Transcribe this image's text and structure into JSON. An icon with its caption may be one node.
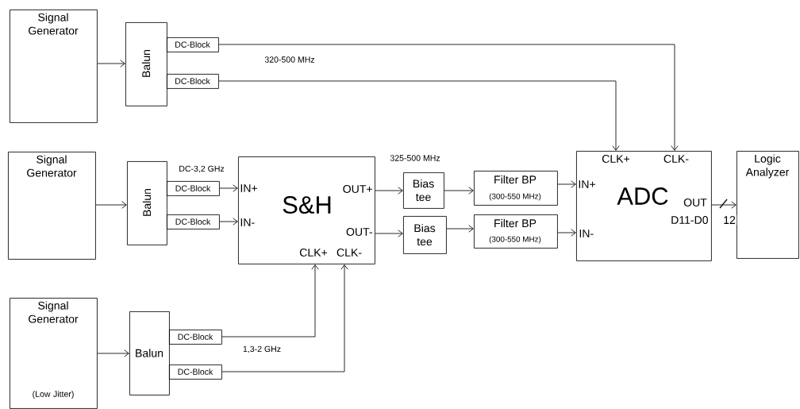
{
  "diagram": {
    "nodes": [
      {
        "text": [
          "Signal Generator"
        ]
      },
      {
        "text": [
          "Balun"
        ]
      },
      {
        "text": [
          "DC-Block"
        ]
      },
      {
        "text": [
          "DC-Block"
        ]
      },
      {
        "text": [
          "Signal Generator"
        ]
      },
      {
        "text": [
          "Balun"
        ]
      },
      {
        "text": [
          "DC-Block"
        ]
      },
      {
        "text": [
          "DC-Block"
        ]
      },
      {
        "text": [
          "IN+",
          "S&H",
          "OUT+",
          "IN-",
          "OUT-",
          "CLK+",
          "CLK-"
        ]
      },
      {
        "text": [
          "Bias tee"
        ]
      },
      {
        "text": [
          "Bias tee"
        ]
      },
      {
        "text": [
          "Filter BP",
          "(300-550 MHz)"
        ]
      },
      {
        "text": [
          "Filter BP",
          "(300-550 MHz)"
        ]
      },
      {
        "text": [
          "CLK+",
          "CLK-",
          "IN+",
          "ADC",
          "OUT",
          "D11-D0",
          "IN-"
        ]
      },
      {
        "text": [
          "Logic Analyzer"
        ]
      },
      {
        "text": [
          "Signal Generator",
          "(Low Jitter)"
        ]
      },
      {
        "text": [
          "Balun"
        ]
      },
      {
        "text": [
          "DC-Block"
        ]
      },
      {
        "text": [
          "DC-Block"
        ]
      }
    ],
    "edges": [
      {
        "from": 0,
        "to": 1,
        "arrow": "to"
      },
      {
        "from": 2,
        "to": 13,
        "arrow": "to"
      },
      {
        "from": 3,
        "to": 13,
        "arrow": "to"
      },
      {
        "from": 4,
        "to": 5,
        "arrow": "to"
      },
      {
        "from": 6,
        "to": 8,
        "arrow": "to"
      },
      {
        "from": 7,
        "to": 8,
        "arrow": "to"
      },
      {
        "from": 8,
        "to": 9,
        "arrow": "to"
      },
      {
        "from": 8,
        "to": 10,
        "arrow": "to"
      },
      {
        "from": 9,
        "to": 11,
        "arrow": "to"
      },
      {
        "from": 10,
        "to": 12,
        "arrow": "to"
      },
      {
        "from": 11,
        "to": 13,
        "arrow": "to"
      },
      {
        "from": 12,
        "to": 13,
        "arrow": "to"
      },
      {
        "from": 13,
        "to": 14,
        "arrow": "to",
        "label": "12"
      },
      {
        "from": 15,
        "to": 16,
        "arrow": "to"
      },
      {
        "from": 17,
        "to": 8,
        "arrow": "to"
      },
      {
        "from": 18,
        "to": 8,
        "arrow": "to"
      }
    ],
    "labels": [
      "320-500 MHz",
      "DC-3,2 GHz",
      "325-500 MHz",
      "1,3-2 GHz"
    ]
  }
}
